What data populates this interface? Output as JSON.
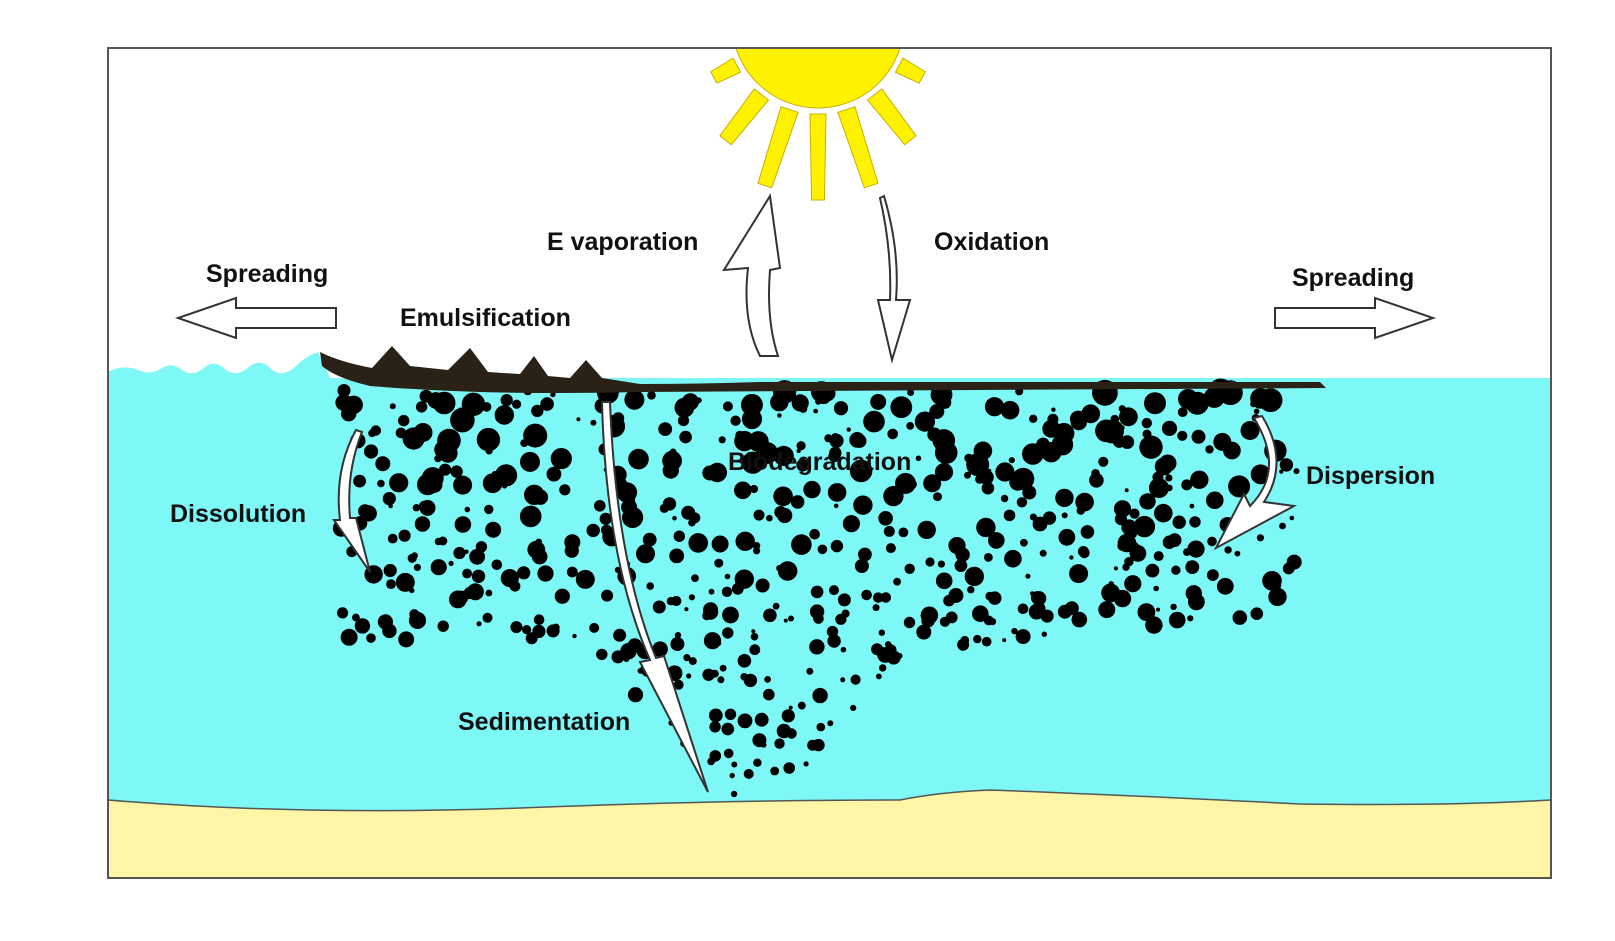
{
  "labels": {
    "spreading_left": "Spreading",
    "spreading_right": "Spreading",
    "emulsification": "Emulsification",
    "evaporation": "E vaporation",
    "oxidation": "Oxidation",
    "biodegradation": "Biodegradation",
    "dissolution": "Dissolution",
    "dispersion": "Dispersion",
    "sedimentation": "Sedimentation"
  },
  "colors": {
    "sky": "#ffffff",
    "water": "#7ef7f7",
    "sediment": "#fef6a6",
    "sun": "#fef200",
    "sun_ray_outline": "#c7b000",
    "oil": "#2a2216",
    "frame": "#555555",
    "arrow_fill": "#ffffff",
    "arrow_stroke": "#333333"
  },
  "icons": {
    "sun": "sun-icon",
    "evaporation_arrow": "arrow-up-icon",
    "oxidation_arrow": "arrow-down-icon",
    "spreading_left_arrow": "arrow-left-icon",
    "spreading_right_arrow": "arrow-right-icon",
    "dissolution_arrow": "curved-arrow-down-icon",
    "dispersion_arrow": "curved-arrow-down-icon",
    "sedimentation_arrow": "arrow-down-icon"
  }
}
